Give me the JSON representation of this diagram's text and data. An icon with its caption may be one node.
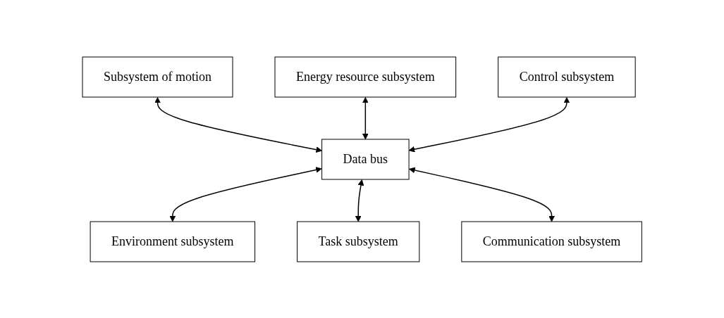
{
  "diagram": {
    "nodes": [
      {
        "text": [
          "Subsystem of motion"
        ]
      },
      {
        "text": [
          "Energy resource subsystem"
        ]
      },
      {
        "text": [
          "Control subsystem"
        ]
      },
      {
        "text": [
          "Data bus"
        ]
      },
      {
        "text": [
          "Environment subsystem"
        ]
      },
      {
        "text": [
          "Task subsystem"
        ]
      },
      {
        "text": [
          "Communication subsystem"
        ]
      }
    ],
    "edges": [
      {
        "from": 0,
        "to": 3,
        "arrow": "both"
      },
      {
        "from": 1,
        "to": 3,
        "arrow": "both"
      },
      {
        "from": 2,
        "to": 3,
        "arrow": "both"
      },
      {
        "from": 3,
        "to": 4,
        "arrow": "both"
      },
      {
        "from": 3,
        "to": 5,
        "arrow": "both"
      },
      {
        "from": 3,
        "to": 6,
        "arrow": "both"
      }
    ]
  }
}
